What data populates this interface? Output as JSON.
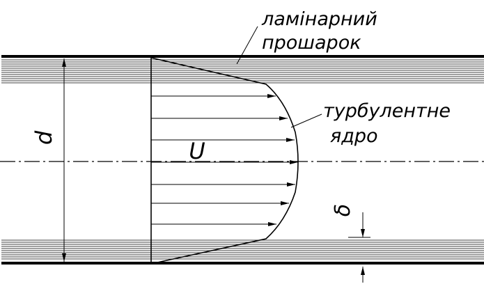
{
  "labels": {
    "laminar_line1": "ламінарний",
    "laminar_line2": "прошарок",
    "turbulent_line1": "турбулентне",
    "turbulent_line2": "ядро",
    "diameter": "d",
    "velocity": "U",
    "thickness": "δ"
  },
  "colors": {
    "ink": "#000000",
    "background": "#ffffff"
  }
}
